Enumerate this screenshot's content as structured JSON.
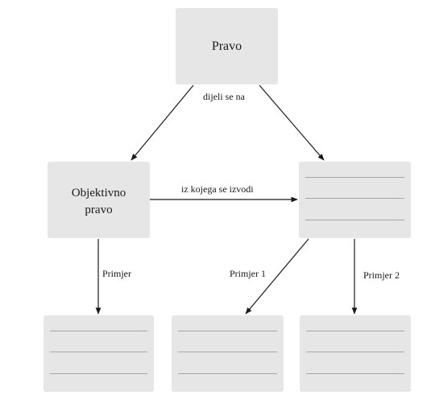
{
  "nodes": {
    "root": {
      "label": "Pravo"
    },
    "left": {
      "label_line1": "Objektivno",
      "label_line2": "pravo"
    },
    "right": {
      "label": ""
    },
    "bottom_left": {
      "label": ""
    },
    "bottom_middle": {
      "label": ""
    },
    "bottom_right": {
      "label": ""
    }
  },
  "edges": {
    "root_split": "dijeli se na",
    "left_to_right": "iz kojega se izvodi",
    "left_example": "Primjer",
    "right_example_1": "Primjer 1",
    "right_example_2": "Primjer 2"
  },
  "colors": {
    "box_fill": "#e6e6e6",
    "blank_rule": "#a6a6a6",
    "arrow": "#1a1a1a"
  }
}
